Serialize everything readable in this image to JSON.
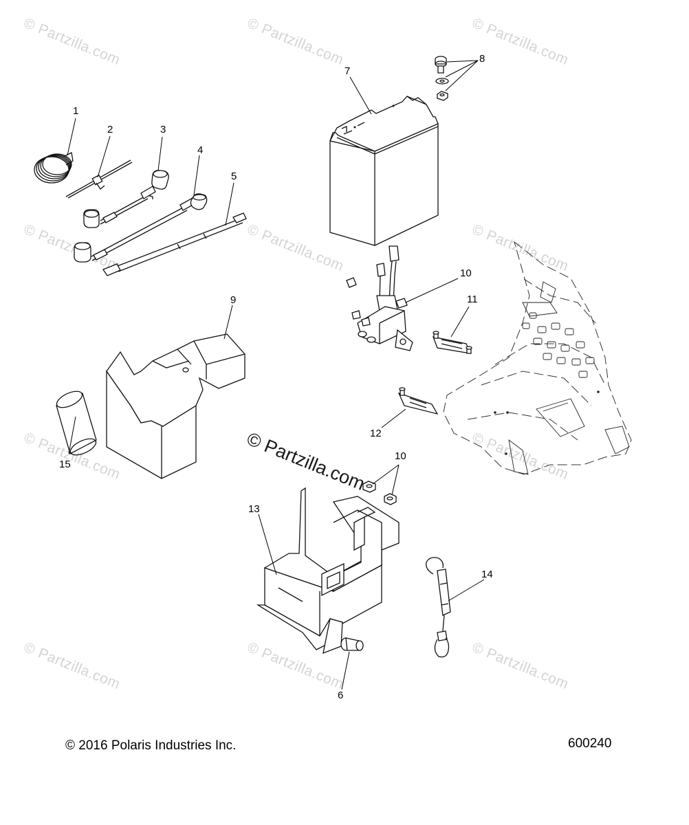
{
  "watermark": {
    "text": "© Partzilla.com",
    "prominent_text": "© Partzilla.com"
  },
  "callouts": {
    "c1": "1",
    "c2": "2",
    "c3": "3",
    "c4": "4",
    "c5": "5",
    "c6": "6",
    "c7": "7",
    "c8": "8",
    "c9": "9",
    "c10a": "10",
    "c10b": "10",
    "c11": "11",
    "c12": "12",
    "c13": "13",
    "c14": "14",
    "c15": "15"
  },
  "footer": {
    "copyright": "© 2016 Polaris Industries Inc.",
    "figure_number": "600240"
  }
}
